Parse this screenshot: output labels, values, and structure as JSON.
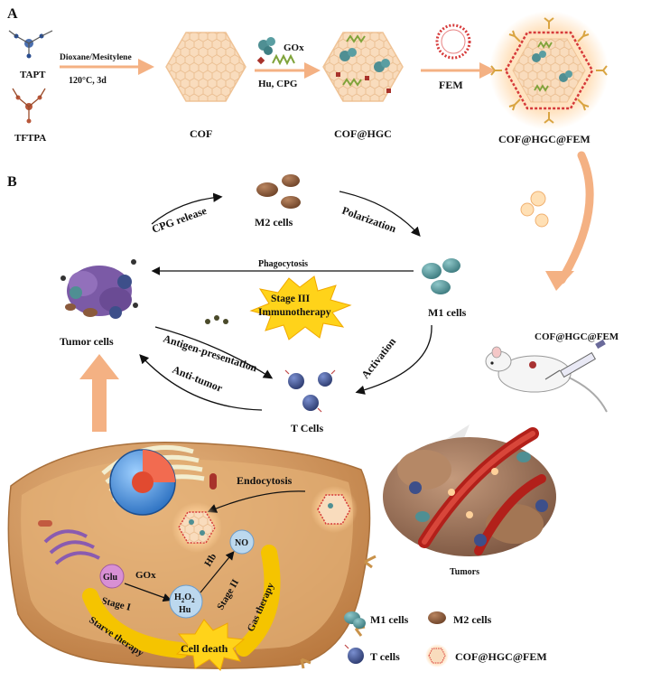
{
  "panel_a": {
    "letter": "A",
    "reagent_top": "TAPT",
    "reagent_bottom": "TFTPA",
    "step1_top": "Dioxane/Mesitylene",
    "step1_bottom": "120°C, 3d",
    "product1": "COF",
    "step2_label_gox": "GOx",
    "step2_label_bottom": "Hu, CPG",
    "product2": "COF@HGC",
    "step3_label": "FEM",
    "product3": "COF@HGC@FEM"
  },
  "panel_b": {
    "letter": "B",
    "cpg_release": "CPG release",
    "m2_cells": "M2 cells",
    "polarization": "Polarization",
    "phagocytosis": "Phagocytosis",
    "m1_cells": "M1 cells",
    "stage3_line1": "Stage III",
    "stage3_line2": "Immunotherapy",
    "tumor_cells": "Tumor cells",
    "antigen_presentation": "Antigen-presentation",
    "anti_tumor": "Anti-tumor",
    "activation": "Activation",
    "t_cells": "T Cells",
    "mouse_label": "COF@HGC@FEM",
    "tumors": "Tumors",
    "endocytosis": "Endocytosis",
    "glu": "Glu",
    "gox": "GOx",
    "h2o2_main": "H",
    "h2o2_sub1": "2",
    "h2o2_mid": "O",
    "h2o2_sub2": "2",
    "hu": "Hu",
    "hb": "Hb",
    "no": "NO",
    "stage1": "Stage I",
    "stage2": "Stage II",
    "starve_therapy": "Starve therapy",
    "gas_therapy": "Gas therapy",
    "cell_death": "Cell death"
  },
  "legend": {
    "m1": "M1 cells",
    "m2": "M2 cells",
    "t": "T cells",
    "nano": "COF@HGC@FEM"
  },
  "colors": {
    "arrow_orange": "#f4b183",
    "cof_fill": "#f8d9b8",
    "m1_teal": "#4f8f93",
    "m2_brown": "#8b5a3c",
    "t_blue": "#3d4f8a",
    "tumor_purple": "#7b5aa6",
    "cell_body": "#d8a064",
    "starburst": "#ffd31a",
    "gox_green": "#7fa33a"
  }
}
